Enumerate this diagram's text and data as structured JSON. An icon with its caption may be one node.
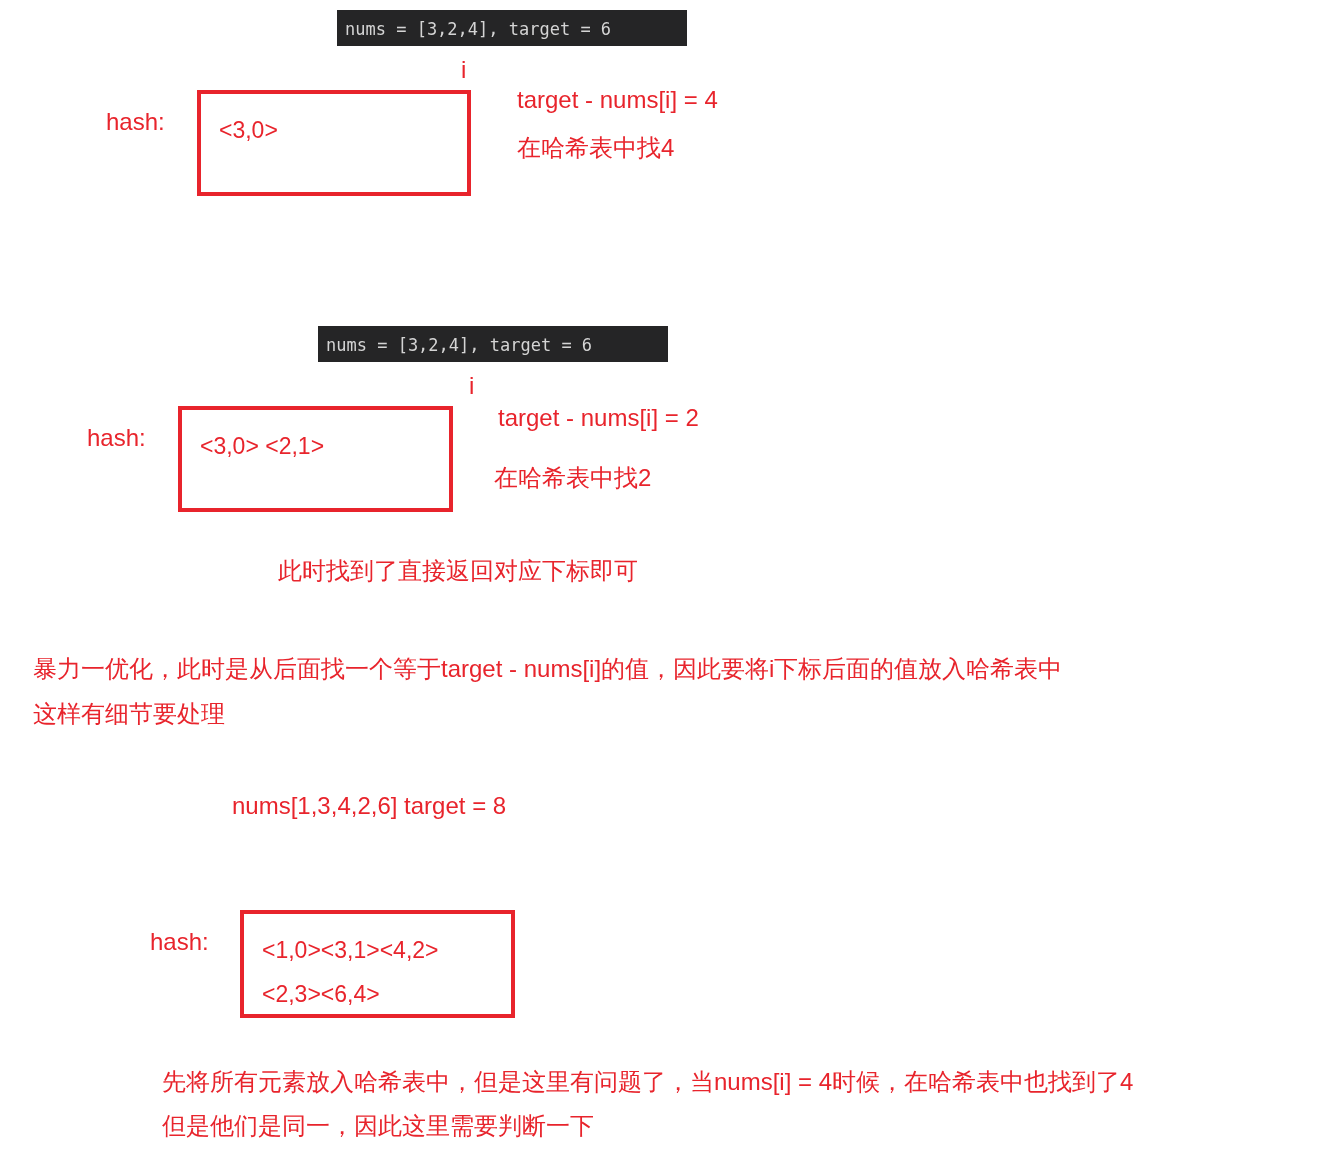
{
  "diagram": {
    "nodes": [
      {
        "text": [
          "nums = [3,2,4], target = 6"
        ]
      },
      {
        "text": [
          "<3,0>"
        ],
        "beside": [
          "hash:"
        ]
      },
      {
        "text": [
          "nums = [3,2,4], target = 6"
        ]
      },
      {
        "text": [
          "<3,0> <2,1>"
        ],
        "beside": [
          "hash:"
        ]
      },
      {
        "text": [
          "<1,0><3,1><4,2> <2,3><6,4>"
        ],
        "beside": [
          "hash:"
        ]
      }
    ],
    "edges": [],
    "labels": [
      "i",
      "target - nums[i] = 4",
      "在哈希表中找4",
      "i",
      "target - nums[i] = 2",
      "在哈希表中找2",
      "此时找到了直接返回对应下标即可",
      "暴力一优化，此时是从后面找一个等于target - nums[i]的值，因此要将i下标后面的值放入哈希表中",
      "这样有细节要处理",
      "nums[1,3,4,2,6]  target = 8",
      "先将所有元素放入哈希表中，但是这里有问题了，当nums[i] = 4时候，在哈希表中也找到了4",
      "但是他们是同一，因此这里需要判断一下"
    ]
  }
}
